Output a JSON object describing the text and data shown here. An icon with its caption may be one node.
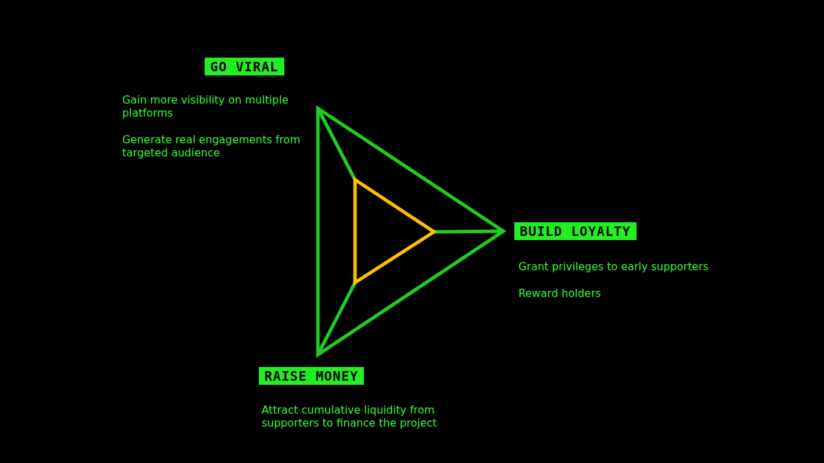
{
  "diagram": {
    "nodes": [
      {
        "text": [
          "GO VIRAL"
        ],
        "beside": [
          "Gain more visibility on multiple platforms",
          "Generate real engagements from targeted audience"
        ]
      },
      {
        "text": [
          "BUILD LOYALTY"
        ],
        "beside": [
          "Grant privileges to early supporters",
          "Reward holders"
        ]
      },
      {
        "text": [
          "RAISE MONEY"
        ],
        "beside": [
          "Attract cumulative liquidity from supporters to finance the project"
        ]
      }
    ]
  }
}
